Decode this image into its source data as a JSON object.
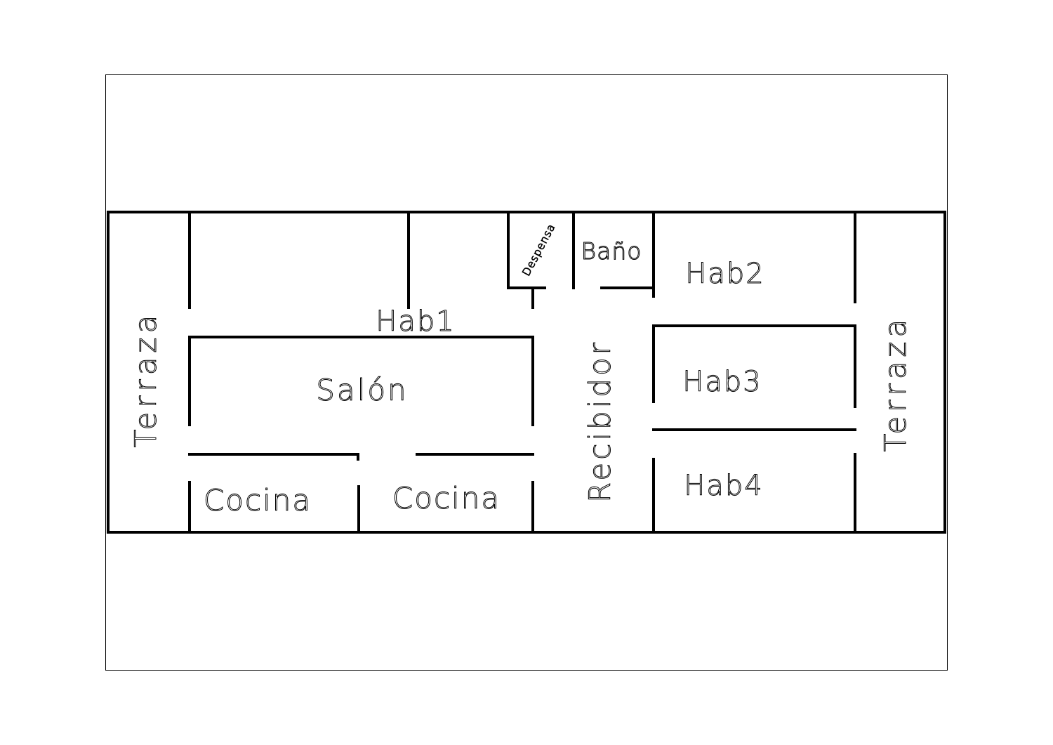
{
  "plan": {
    "rooms": {
      "terraza_left": "Terraza",
      "hab1": "Hab1",
      "salon": "Salón",
      "cocina_1": "Cocina",
      "cocina_2": "Cocina",
      "despensa": "Despensa",
      "bano": "Baño",
      "recibidor": "Recibidor",
      "hab2": "Hab2",
      "hab3": "Hab3",
      "hab4": "Hab4",
      "terraza_right": "Terraza"
    },
    "colors": {
      "wall": "#000000",
      "background": "#ffffff",
      "frame": "#000000"
    }
  }
}
